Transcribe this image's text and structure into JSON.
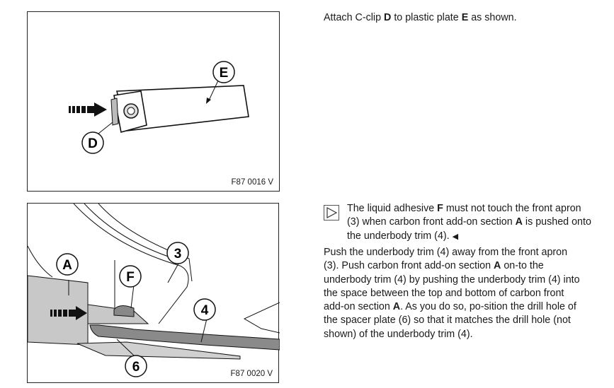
{
  "figure1": {
    "code": "F87 0016 V",
    "labels": {
      "e": "E",
      "d": "D"
    }
  },
  "figure2": {
    "code": "F87 0020 V",
    "labels": {
      "a": "A",
      "f": "F",
      "three": "3",
      "four": "4",
      "six": "6"
    }
  },
  "step1": {
    "t1": "Attach C-clip ",
    "b1": "D",
    "t2": " to plastic plate ",
    "b2": "E",
    "t3": " as shown."
  },
  "note": {
    "t1": "The liquid adhesive ",
    "b1": "F",
    "t2": " must not touch the front apron (3) when carbon front add-on section ",
    "b2": "A",
    "t3": " is pushed onto the underbody trim (4). ",
    "end": "◀"
  },
  "step2": {
    "t1": "Push the underbody trim (4) away from the front apron (3). Push carbon front add-on section ",
    "b1": "A",
    "t2": " on-to the underbody trim (4) by pushing the underbody trim (4) into the space between the top and bottom of carbon front add-on section ",
    "b2": "A",
    "t3": ". As you do so, po-sition the drill hole of the spacer plate (6) so that it matches the drill hole (not shown) of the underbody trim (4)."
  }
}
